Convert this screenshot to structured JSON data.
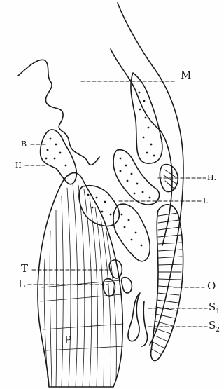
{
  "labels": {
    "M": "M",
    "B": "B",
    "II": "II",
    "H": "H.",
    "I": "I.",
    "T": "T",
    "L": "L",
    "O": "O",
    "S": "S",
    "S1_sub": "1",
    "S2_sub": "2",
    "P": "P"
  },
  "colors": {
    "ink": "#1a1a1a",
    "paper": "#fefefe"
  }
}
